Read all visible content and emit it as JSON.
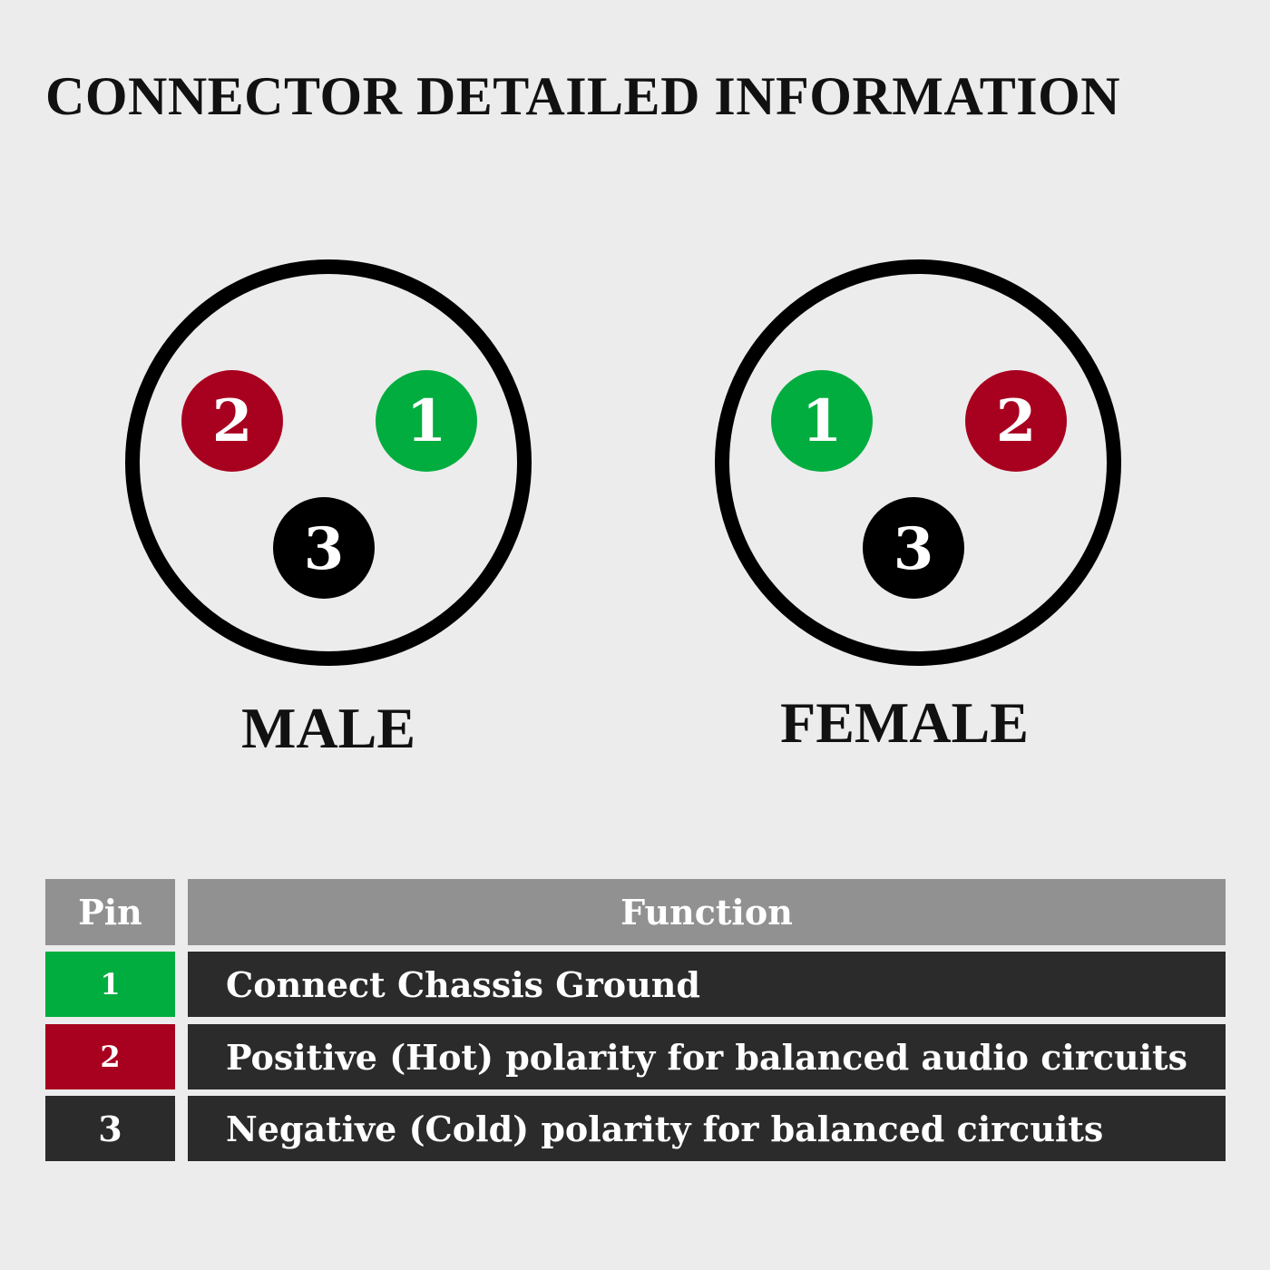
{
  "title": "CONNECTOR DETAILED INFORMATION",
  "colors": {
    "pin1": "#00ad3e",
    "pin2": "#a8001f",
    "pin3": "#000000",
    "header": "#919191",
    "row": "#2b2b2b",
    "background": "#ececec"
  },
  "diagrams": {
    "male": {
      "label": "MALE",
      "pins": [
        "2",
        "1",
        "3"
      ]
    },
    "female": {
      "label": "FEMALE",
      "pins": [
        "1",
        "2",
        "3"
      ]
    }
  },
  "table": {
    "headers": {
      "pin": "Pin",
      "function": "Function"
    },
    "rows": [
      {
        "pin": "1",
        "function": "Connect Chassis Ground"
      },
      {
        "pin": "2",
        "function": "Positive (Hot) polarity for balanced audio circuits"
      },
      {
        "pin": "3",
        "function": "Negative (Cold) polarity for balanced circuits"
      }
    ]
  }
}
